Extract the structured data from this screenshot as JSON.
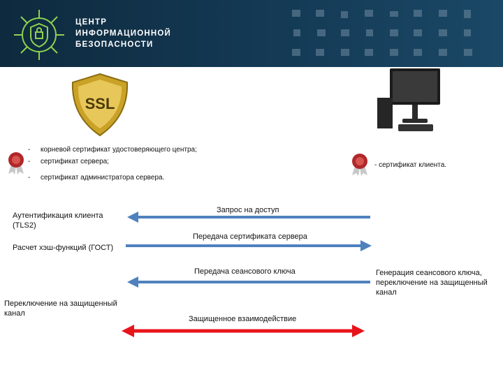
{
  "header": {
    "brand_line1": "ЦЕНТР",
    "brand_line2": "ИНФОРМАЦИОННОЙ",
    "brand_line3": "БЕЗОПАСНОСТИ"
  },
  "server": {
    "badge_text": "SSL",
    "certs": [
      "корневой сертификат удостоверяющего центра;",
      "сертификат сервера;",
      "сертификат администратора сервера."
    ],
    "list_marker": "-"
  },
  "client": {
    "cert": "- сертификат клиента."
  },
  "left_notes": {
    "auth": [
      "Аутентификация клиента",
      "(TLS2)"
    ],
    "hash": "Расчет хэш-функций (ГОСТ)",
    "switch": [
      "Переключение на защищенный",
      "канал"
    ]
  },
  "right_notes": {
    "gen": [
      "Генерация сеансового ключа,",
      " переключение на защищенный",
      "канал"
    ]
  },
  "messages": {
    "request": "Запрос на доступ",
    "server_cert": "Передача сертификата сервера",
    "session_key": "Передача сеансового ключа",
    "secure": "Защищенное взаимодействие"
  },
  "colors": {
    "arrow_blue": "#4f81bd",
    "arrow_red": "#e8141b",
    "header_bg": "#143a55",
    "badge_gold": "#c9a227"
  },
  "icons": [
    "ssl-shield-icon",
    "certificate-seal-icon",
    "desktop-computer-icon",
    "network-icons"
  ]
}
